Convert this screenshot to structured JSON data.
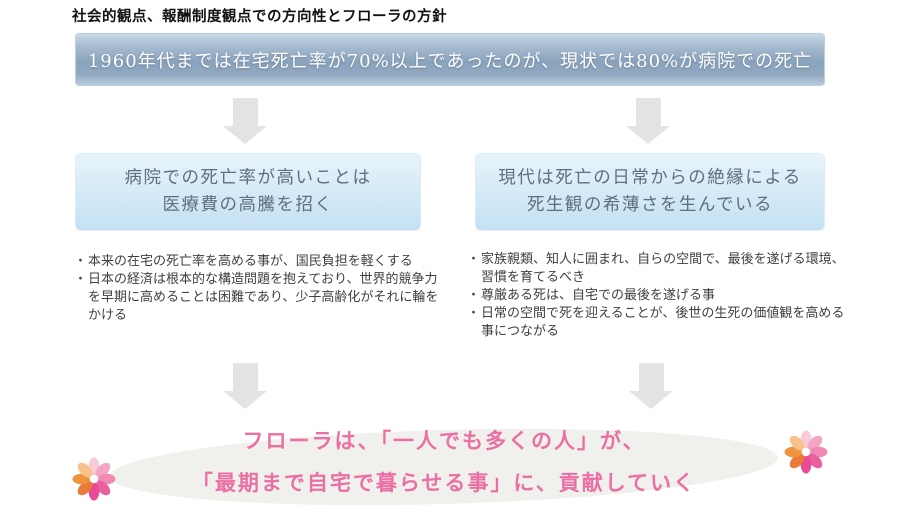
{
  "page": {
    "title": "社会的観点、報酬制度観点での方向性とフローラの方針"
  },
  "banner": {
    "text": "1960年代までは在宅死亡率が70%以上であったのが、現状では80%が病院での死亡"
  },
  "bullet_marker": "・",
  "left_branch": {
    "box_line1": "病院での死亡率が高いことは",
    "box_line2": "医療費の高騰を招く",
    "bullets": [
      "本来の在宅の死亡率を高める事が、国民負担を軽くする",
      "日本の経済は根本的な構造問題を抱えており、世界的競争力を早期に高めることは困難であり、少子高齢化がそれに輪をかける"
    ]
  },
  "right_branch": {
    "box_line1": "現代は死亡の日常からの絶縁による",
    "box_line2": "死生観の希薄さを生んでいる",
    "bullets": [
      "家族親類、知人に囲まれ、自らの空間で、最後を遂げる環境、習慣を育てるべき",
      "尊厳ある死は、自宅での最後を遂げる事",
      "日常の空間で死を迎えることが、後世の生死の価値観を高める事につながる"
    ]
  },
  "conclusion": {
    "line1": "フローラは、「一人でも多くの人」が、",
    "line2": "「最期まで自宅で暮らせる事」に、貢献していく"
  },
  "colors": {
    "banner_gradient_top": "#c9dae7",
    "banner_gradient_mid": "#8aa3bd",
    "banner_gradient_bottom": "#b9cbd9",
    "banner_text": "#ffffff",
    "box_gradient_top": "#e8f4fb",
    "box_gradient_bottom": "#c4e1f2",
    "box_text": "#5e7080",
    "arrow": "#e3e3e3",
    "ellipse_background": "#f0f0ec",
    "conclusion_accent": "#ec6fa4",
    "bullet_text": "#404040"
  },
  "decor": {
    "flower_petal_colors": [
      "#f8cbd8",
      "#f4a5c3",
      "#f08ab5",
      "#ea5f9f",
      "#e84a96",
      "#e97a38",
      "#f0953f",
      "#f7c28b"
    ],
    "flower_center_color": "#ffffff"
  }
}
